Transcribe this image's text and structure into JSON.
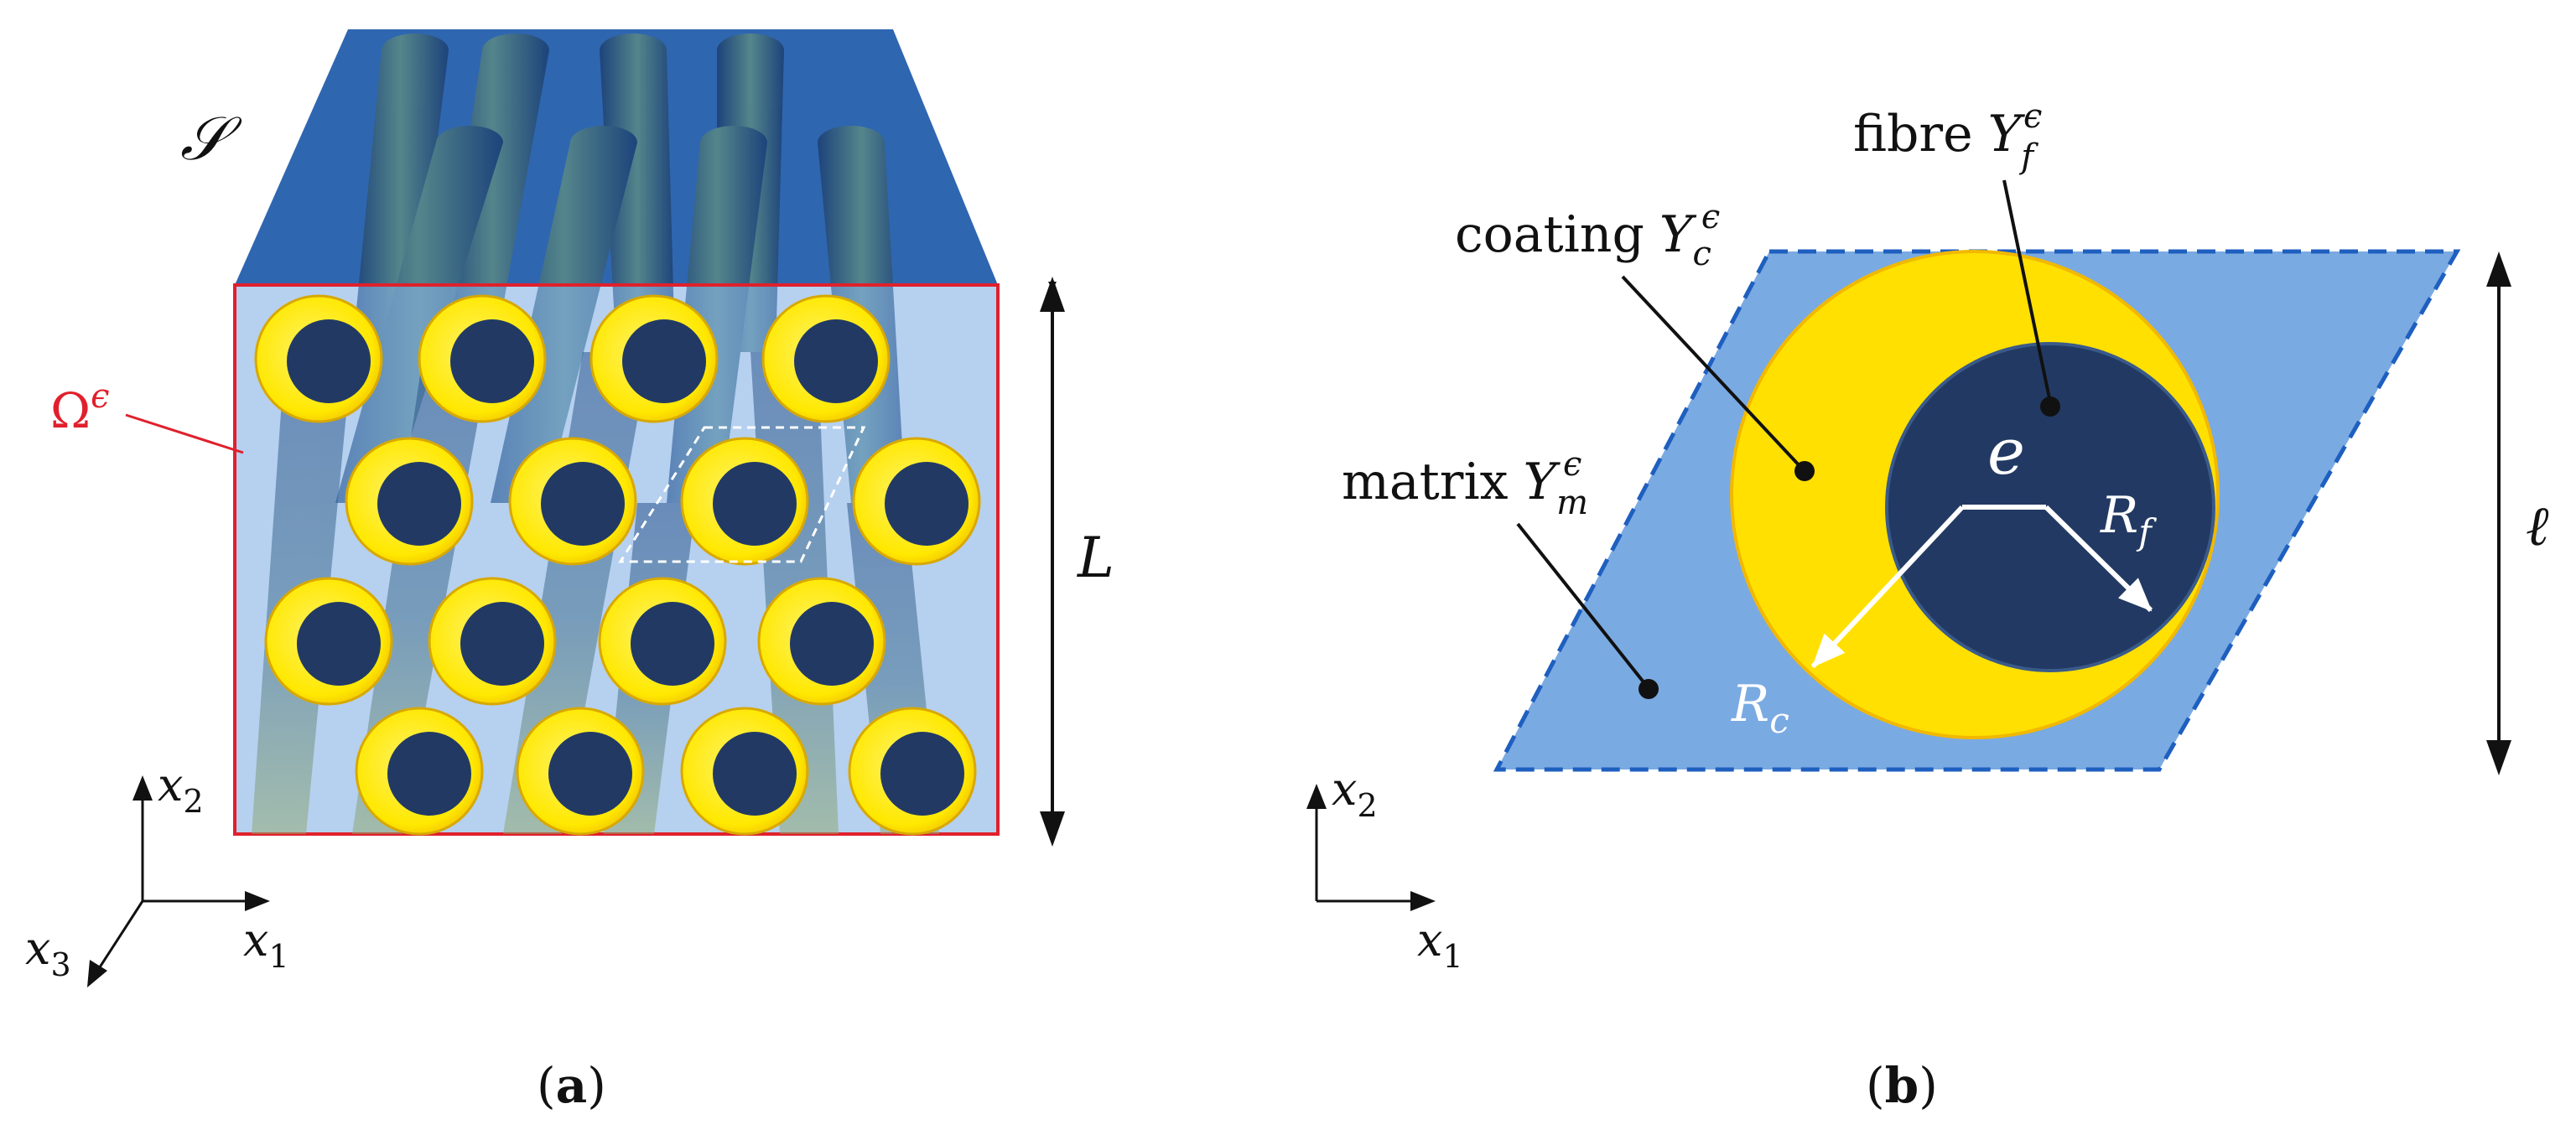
{
  "panel_a": {
    "caption_open": "(",
    "caption_letter": "a",
    "caption_close": ")",
    "surface_label": "𝒮",
    "domain_label": "Ω",
    "domain_sup": "ϵ",
    "length_label": "L",
    "axes": {
      "x1": "x",
      "x1_sub": "1",
      "x2": "x",
      "x2_sub": "2",
      "x3": "x",
      "x3_sub": "3"
    }
  },
  "panel_b": {
    "caption_open": "(",
    "caption_letter": "b",
    "caption_close": ")",
    "fibre_word": "fibre",
    "fibre_sym": "Y",
    "fibre_sub": "f",
    "fibre_sup": "ϵ",
    "coating_word": "coating",
    "coating_sym": "Y",
    "coating_sub": "c",
    "coating_sup": "ϵ",
    "matrix_word": "matrix",
    "matrix_sym": "Y",
    "matrix_sub": "m",
    "matrix_sup": "ϵ",
    "eccentricity_label": "e",
    "rf_label": "R",
    "rf_sub": "f",
    "rc_label": "R",
    "rc_sub": "c",
    "height_label": "ℓ",
    "axes": {
      "x1": "x",
      "x1_sub": "1",
      "x2": "x",
      "x2_sub": "2"
    }
  },
  "colors": {
    "matrix": "#7aaae2",
    "matrix_top": "#2f66b0",
    "coating": "#ffe800",
    "fibre": "#223a63",
    "domain_outline": "#e0202c",
    "cell_outline": "#1e5fbf"
  }
}
